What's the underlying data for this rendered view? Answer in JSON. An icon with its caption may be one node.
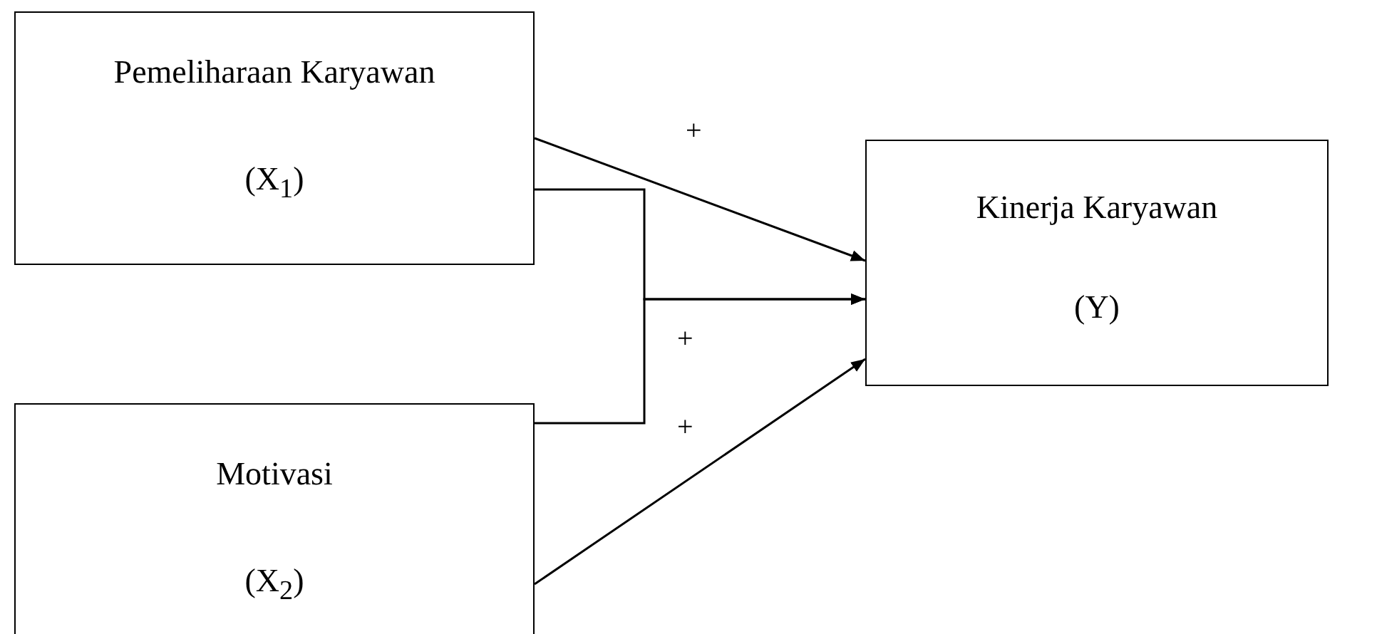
{
  "diagram": {
    "nodes": [
      {
        "text": [
          "Pemeliharaan Karyawan",
          "(X$_{1}$)"
        ]
      },
      {
        "text": [
          "Motivasi",
          "(X$_{2}$)"
        ]
      },
      {
        "text": [
          "Kinerja Karyawan",
          "(Y)"
        ]
      }
    ],
    "edges": [
      {
        "from": 0,
        "to": 2,
        "arrow": "to",
        "label": "+"
      },
      {
        "from": 0,
        "to": 2,
        "arrow": "to",
        "label": "+"
      },
      {
        "from": 1,
        "to": 2,
        "arrow": "to"
      },
      {
        "from": 1,
        "to": 2,
        "arrow": "to",
        "label": "+"
      }
    ]
  }
}
